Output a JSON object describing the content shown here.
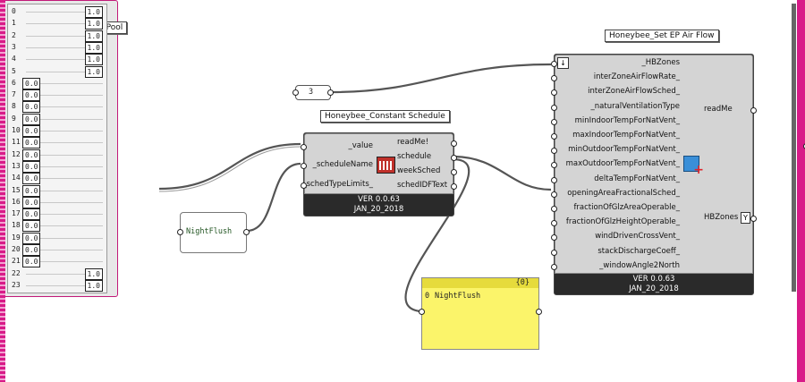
{
  "gene_pool": {
    "title": "Gene Pool",
    "rows": [
      {
        "index": "0",
        "value": "1.0",
        "side": "right"
      },
      {
        "index": "1",
        "value": "1.0",
        "side": "right"
      },
      {
        "index": "2",
        "value": "1.0",
        "side": "right"
      },
      {
        "index": "3",
        "value": "1.0",
        "side": "right"
      },
      {
        "index": "4",
        "value": "1.0",
        "side": "right"
      },
      {
        "index": "5",
        "value": "1.0",
        "side": "right"
      },
      {
        "index": "6",
        "value": "0.0",
        "side": "left"
      },
      {
        "index": "7",
        "value": "0.0",
        "side": "left"
      },
      {
        "index": "8",
        "value": "0.0",
        "side": "left"
      },
      {
        "index": "9",
        "value": "0.0",
        "side": "left"
      },
      {
        "index": "10",
        "value": "0.0",
        "side": "left"
      },
      {
        "index": "11",
        "value": "0.0",
        "side": "left"
      },
      {
        "index": "12",
        "value": "0.0",
        "side": "left"
      },
      {
        "index": "13",
        "value": "0.0",
        "side": "left"
      },
      {
        "index": "14",
        "value": "0.0",
        "side": "left"
      },
      {
        "index": "15",
        "value": "0.0",
        "side": "left"
      },
      {
        "index": "16",
        "value": "0.0",
        "side": "left"
      },
      {
        "index": "17",
        "value": "0.0",
        "side": "left"
      },
      {
        "index": "18",
        "value": "0.0",
        "side": "left"
      },
      {
        "index": "19",
        "value": "0.0",
        "side": "left"
      },
      {
        "index": "20",
        "value": "0.0",
        "side": "left"
      },
      {
        "index": "21",
        "value": "0.0",
        "side": "left"
      },
      {
        "index": "22",
        "value": "1.0",
        "side": "right"
      },
      {
        "index": "23",
        "value": "1.0",
        "side": "right"
      }
    ]
  },
  "number_panel": {
    "value": "3"
  },
  "nightflush_panel": {
    "value": "NightFlush"
  },
  "constant_schedule": {
    "title": "Honeybee_Constant Schedule",
    "inputs": [
      "_value",
      "_scheduleName",
      "_schedTypeLimits_"
    ],
    "outputs": [
      "readMe!",
      "schedule",
      "weekSched",
      "schedIDFText"
    ],
    "version": "VER 0.0.63",
    "date": "JAN_20_2018",
    "icon": "calendar-schedule-icon"
  },
  "output_panel": {
    "count": "{0}",
    "index": "0",
    "value": "NightFlush",
    "color": "#fbf46a"
  },
  "set_ep_airflow": {
    "title": "Honeybee_Set EP Air Flow",
    "inputs": [
      "_HBZones",
      "interZoneAirFlowRate_",
      "interZoneAirFlowSched_",
      "_naturalVentilationType",
      "minIndoorTempForNatVent_",
      "maxIndoorTempForNatVent_",
      "minOutdoorTempForNatVent_",
      "maxOutdoorTempForNatVent_",
      "deltaTempForNatVent_",
      "openingAreaFractionalSched_",
      "fractionOfGlzAreaOperable_",
      "fractionOfGlzHeightOperable_",
      "windDrivenCrossVent_",
      "stackDischargeCoeff_",
      "_windowAngle2North"
    ],
    "outputs": [
      "readMe",
      "HBZones"
    ],
    "version": "VER 0.0.63",
    "date": "JAN_20_2018",
    "icon": "airflow-window-icon"
  },
  "colors": {
    "gene_pool_accent": "#d81b88",
    "panel_yellow": "#fbf46a",
    "component_body": "#d4d4d4",
    "component_footer": "#2a2a2a"
  }
}
